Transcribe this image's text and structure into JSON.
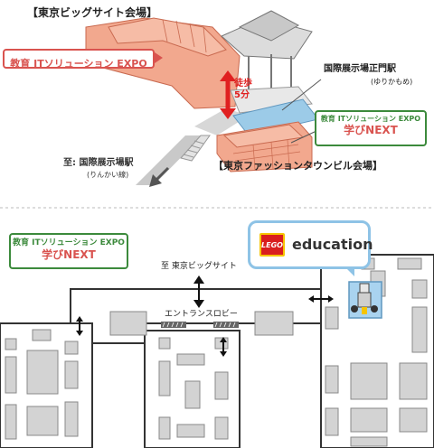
{
  "top_map": {
    "venue_bigsight": "【東京ビッグサイト会場】",
    "event_label": "教育 ITソリューション EXPO",
    "walk_time": [
      "徒歩",
      "5分"
    ],
    "station_kokusai_seimon": "国際展示場正門駅",
    "line_yurikamome": "(ゆりかもめ)",
    "nextbox_line1": "教育 ITソリューション EXPO",
    "nextbox_line2": "学びNEXT",
    "to_station": "至: 国際展示場駅",
    "line_rinkai": "(りんかい線)",
    "venue_fashion_town": "【東京ファッションタウンビル会場】"
  },
  "floor_map": {
    "legend_line1": "教育 ITソリューション EXPO",
    "legend_line2": "学びNEXT",
    "lego_brand": "LEGO",
    "lego_word": "education",
    "to_bigsight": "至 東京ビッグサイト",
    "entrance_lobby": "エントランスロビー"
  },
  "colors": {
    "building_fill": "#f2a88e",
    "building_stroke": "#c96a50",
    "walkway_blue": "#9ccbe8",
    "accent_red": "#d9534f",
    "accent_green": "#3c8a3c",
    "booth_fill": "#d3d3d3",
    "highlight_blue": "#a9d3ef"
  }
}
